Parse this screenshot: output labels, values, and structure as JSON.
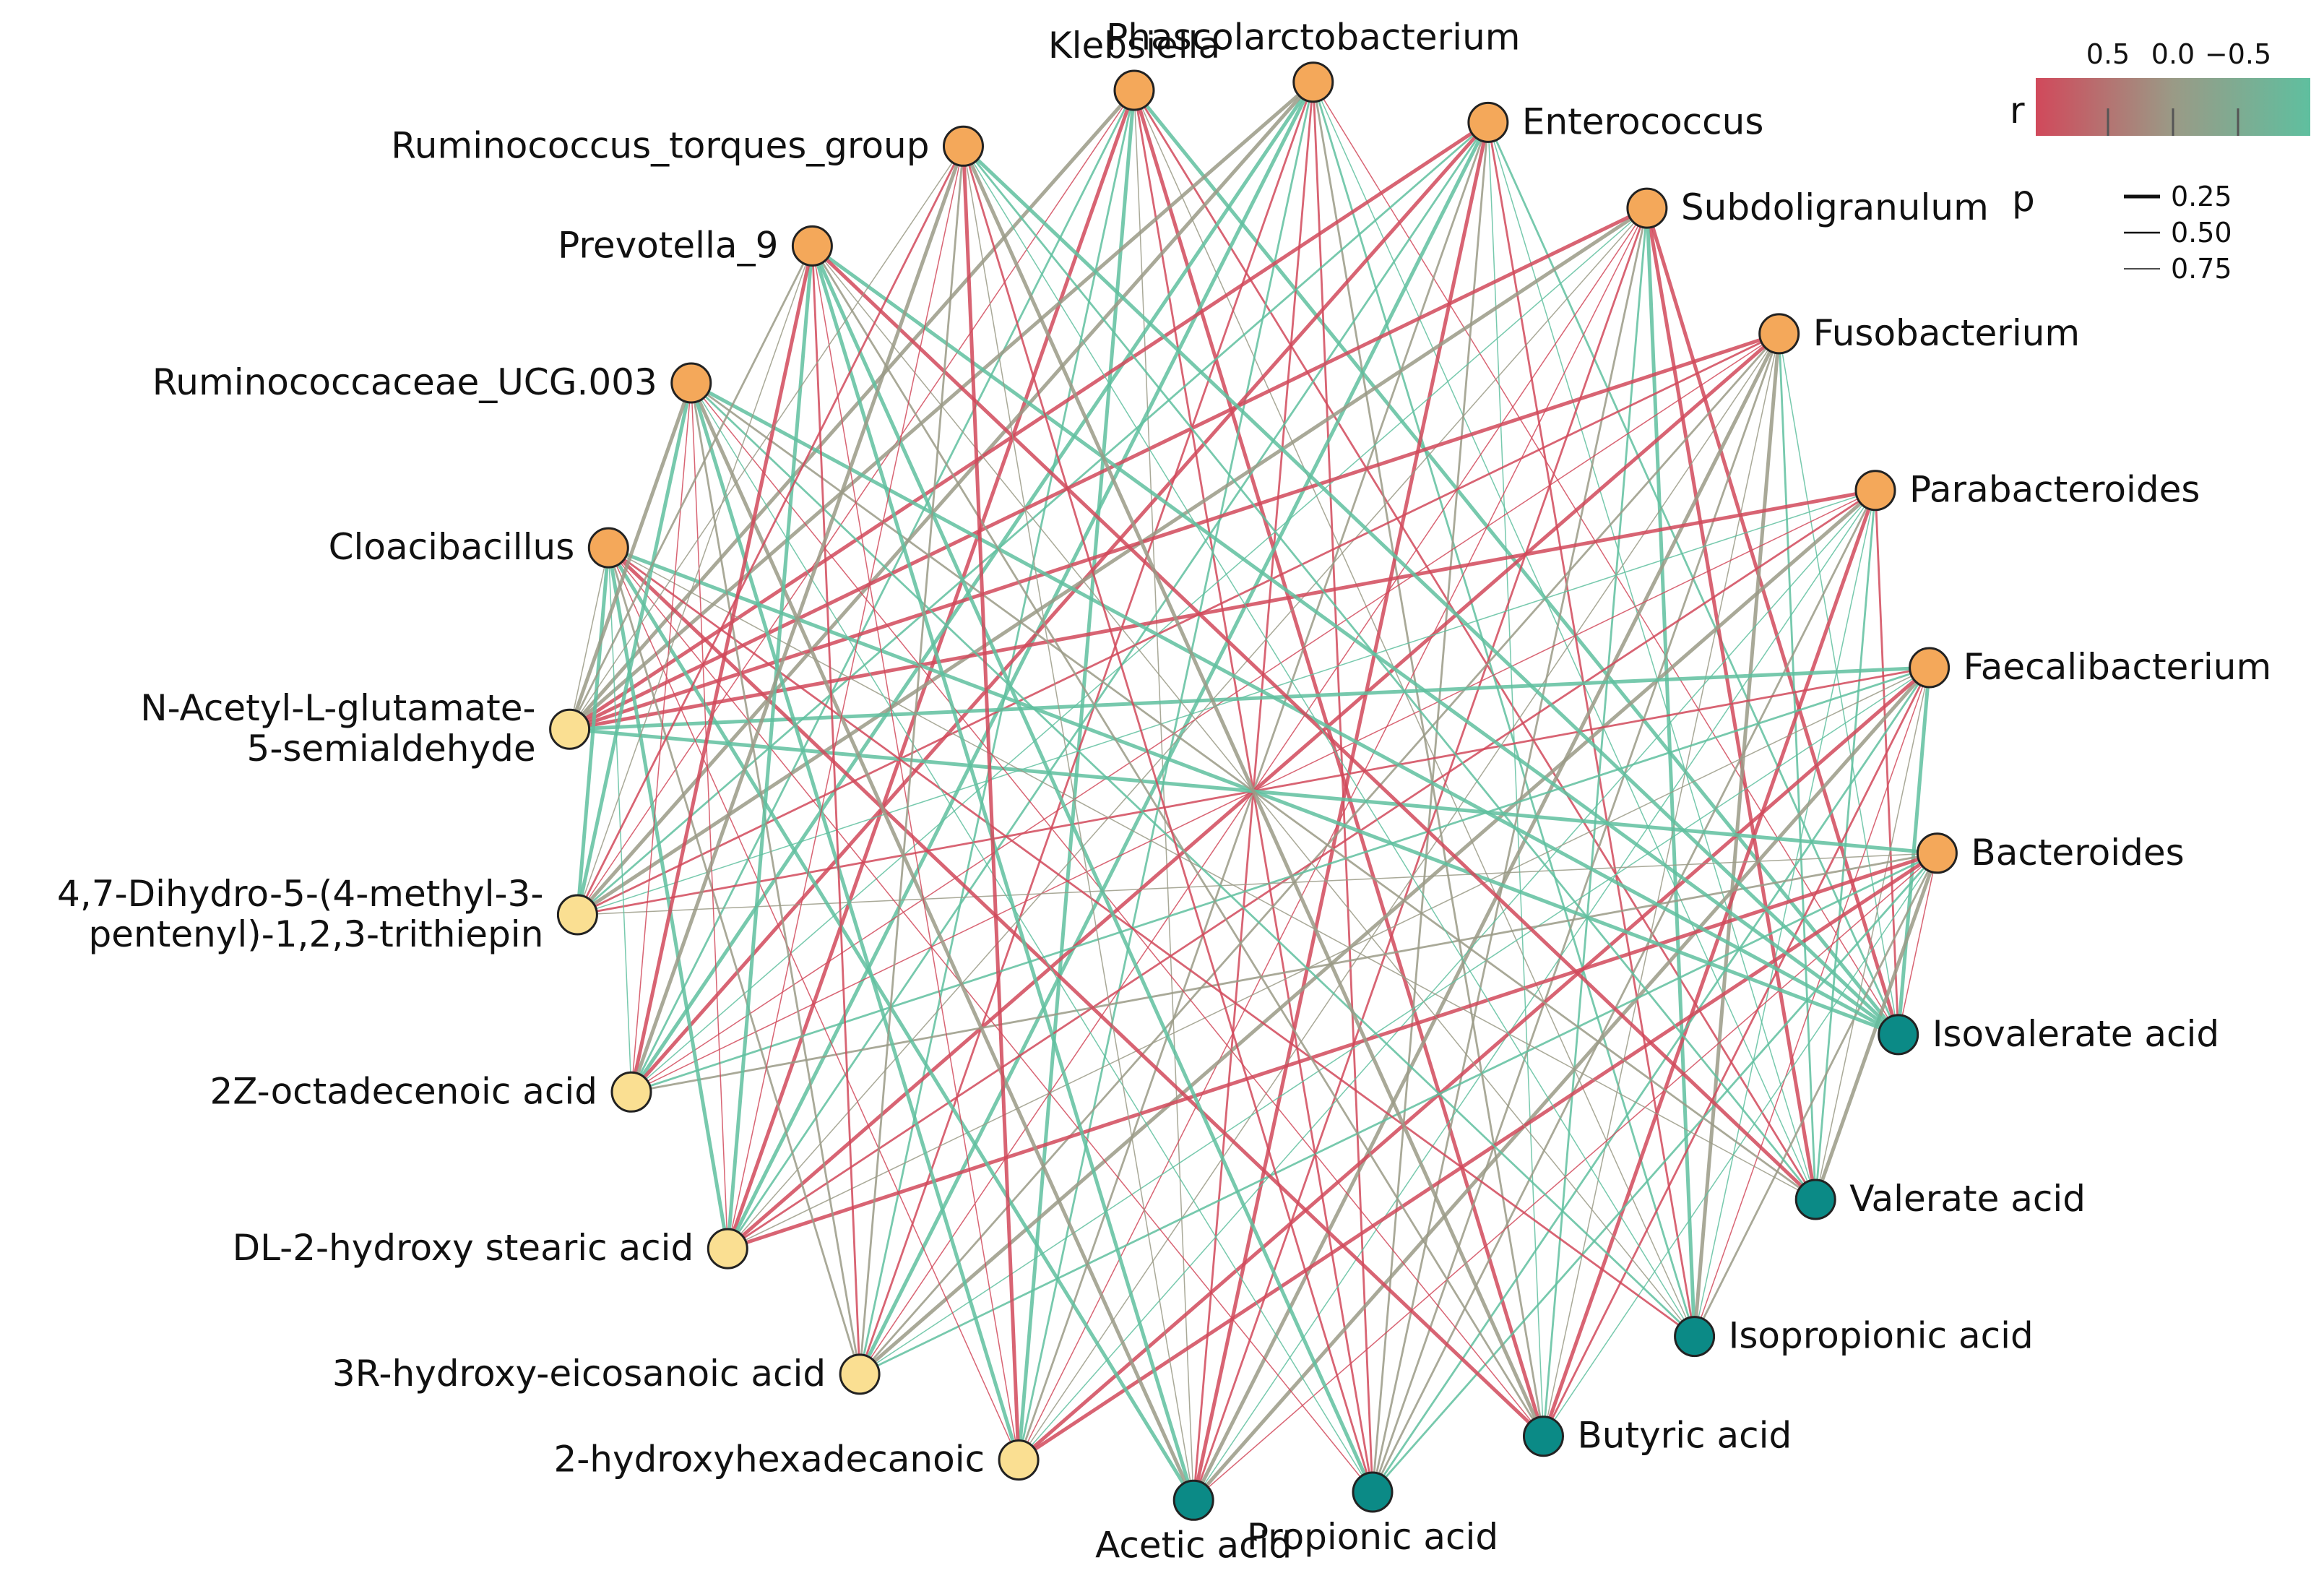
{
  "colors": {
    "positive": "#d1495b",
    "neutral": "#9a9a86",
    "negative": "#5fbf9f",
    "bacteria_node": "#f4a85a",
    "metabolite_node": "#fadf92",
    "scfa_node": "#0b8a86",
    "node_stroke": "#222222"
  },
  "nodes": [
    {
      "id": "Klebsiella",
      "label": "Klebsiella",
      "group": "bacteria"
    },
    {
      "id": "Phascolarctobacterium",
      "label": "Phascolarctobacterium",
      "group": "bacteria"
    },
    {
      "id": "Enterococcus",
      "label": "Enterococcus",
      "group": "bacteria"
    },
    {
      "id": "Subdoligranulum",
      "label": "Subdoligranulum",
      "group": "bacteria"
    },
    {
      "id": "Fusobacterium",
      "label": "Fusobacterium",
      "group": "bacteria"
    },
    {
      "id": "Parabacteroides",
      "label": "Parabacteroides",
      "group": "bacteria"
    },
    {
      "id": "Faecalibacterium",
      "label": "Faecalibacterium",
      "group": "bacteria"
    },
    {
      "id": "Bacteroides",
      "label": "Bacteroides",
      "group": "bacteria"
    },
    {
      "id": "Isovalerate acid",
      "label": "Isovalerate acid",
      "group": "scfa"
    },
    {
      "id": "Valerate acid",
      "label": "Valerate acid",
      "group": "scfa"
    },
    {
      "id": "Isopropionic acid",
      "label": "Isopropionic acid",
      "group": "scfa"
    },
    {
      "id": "Butyric acid",
      "label": "Butyric acid",
      "group": "scfa"
    },
    {
      "id": "Propionic acid",
      "label": "Propionic acid",
      "group": "scfa"
    },
    {
      "id": "Acetic acid",
      "label": "Acetic acid",
      "group": "scfa"
    },
    {
      "id": "2-hydroxyhexadecanoic",
      "label": "2-hydroxyhexadecanoic",
      "group": "metabolite"
    },
    {
      "id": "3R-hydroxy-eicosanoic acid",
      "label": "3R-hydroxy-eicosanoic acid",
      "group": "metabolite"
    },
    {
      "id": "DL-2-hydroxy stearic acid",
      "label": "DL-2-hydroxy stearic acid",
      "group": "metabolite"
    },
    {
      "id": "2Z-octadecenoic acid",
      "label": "2Z-octadecenoic acid",
      "group": "metabolite"
    },
    {
      "id": "4,7-Dihydro",
      "label": "4,7-Dihydro-5-(4-methyl-3-\npentenyl)-1,2,3-trithiepin",
      "group": "metabolite"
    },
    {
      "id": "N-Acetyl",
      "label": "N-Acetyl-L-glutamate-\n5-semialdehyde",
      "group": "metabolite"
    },
    {
      "id": "Cloacibacillus",
      "label": "Cloacibacillus",
      "group": "bacteria"
    },
    {
      "id": "Ruminococcaceae_UCG.003",
      "label": "Ruminococcaceae_UCG.003",
      "group": "bacteria"
    },
    {
      "id": "Prevotella_9",
      "label": "Prevotella_9",
      "group": "bacteria"
    },
    {
      "id": "Ruminococcus_torques_group",
      "label": "Ruminococcus_torques_group",
      "group": "bacteria"
    }
  ],
  "legend": {
    "r_title": "r",
    "r_ticks": [
      "0.5",
      "0.0",
      "−0.5"
    ],
    "p_title": "p",
    "p_ticks": [
      "0.25",
      "0.50",
      "0.75"
    ]
  }
}
